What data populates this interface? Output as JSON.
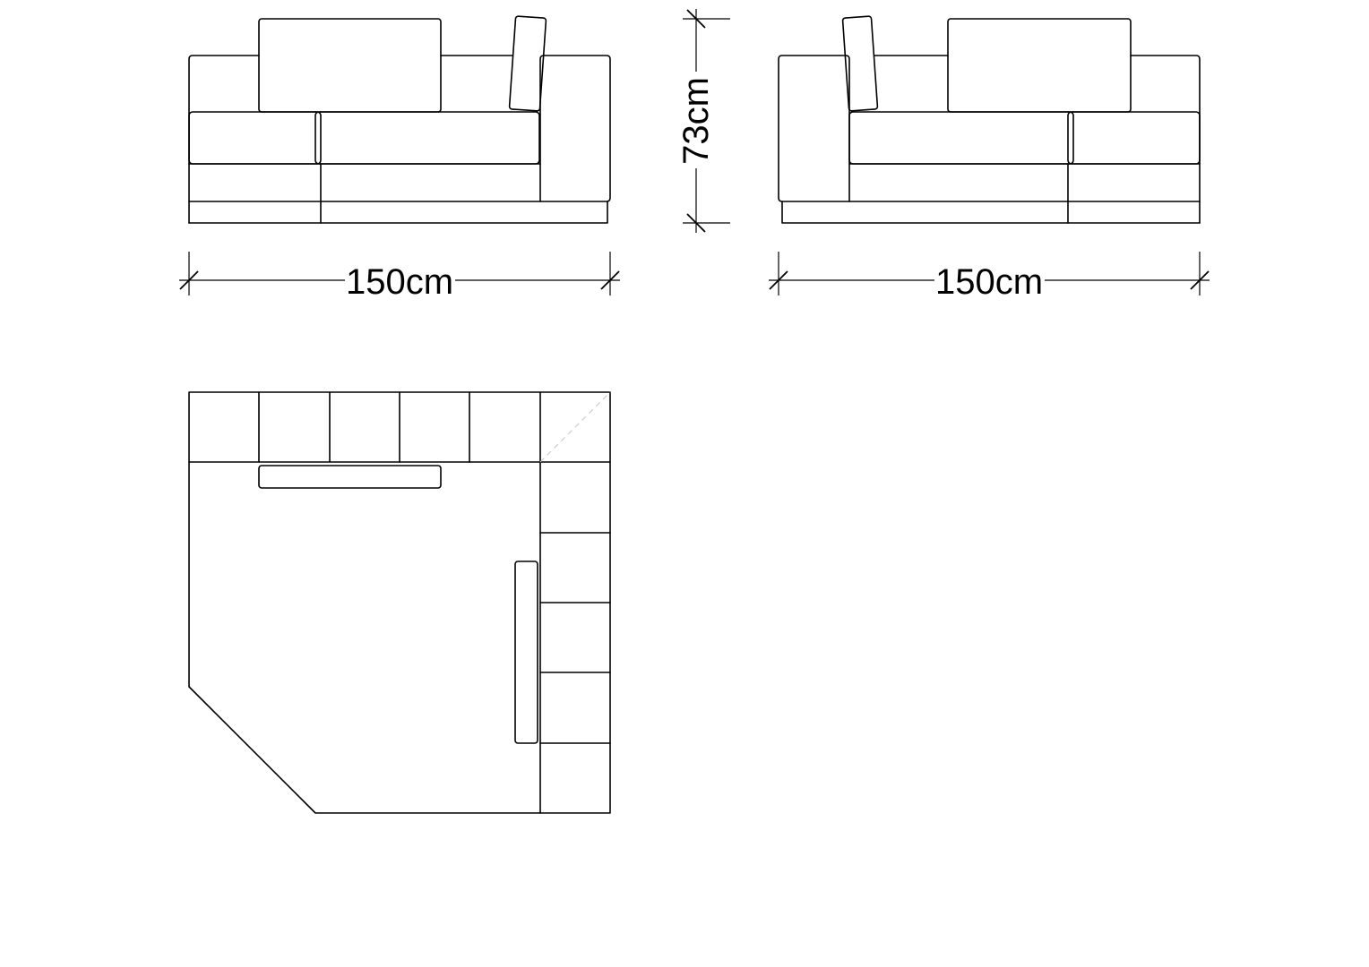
{
  "dimensions": {
    "front_left_width": "150cm",
    "front_right_width": "150cm",
    "height": "73cm"
  },
  "colors": {
    "line": "#000000",
    "background": "#ffffff",
    "hidden_line": "#c8c8c8"
  }
}
